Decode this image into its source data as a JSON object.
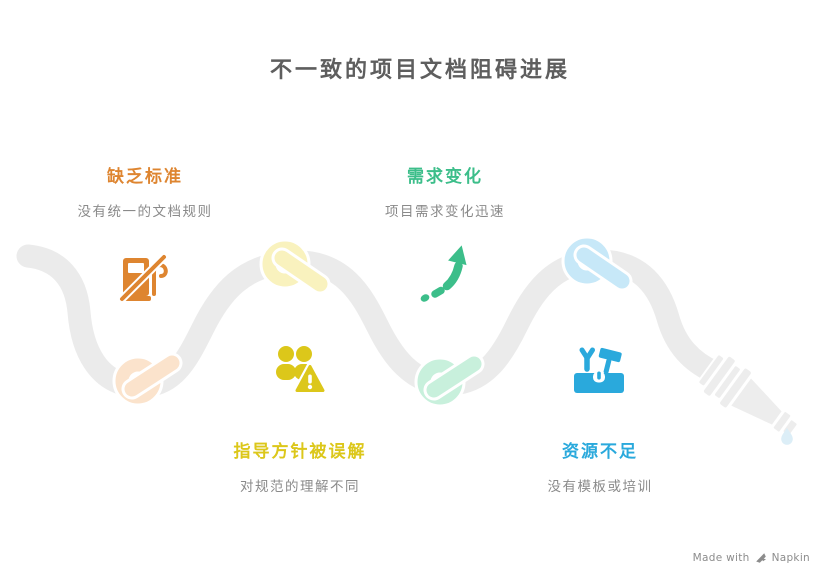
{
  "title": {
    "text": "不一致的项目文档阻碍进展",
    "color": "#5e5e5e"
  },
  "items": [
    {
      "heading": "缺乏标准",
      "subtitle": "没有统一的文档规则",
      "color": "#de8530",
      "knot_color": "#fbe3cc",
      "icon": "fuel-pump-slash-icon"
    },
    {
      "heading": "需求变化",
      "subtitle": "项目需求变化迅速",
      "color": "#3cbe8a",
      "knot_color": "#c8f0dc",
      "icon": "rising-dashed-arrow-icon"
    },
    {
      "heading": "指导方针被误解",
      "subtitle": "对规范的理解不同",
      "color": "#dcc71a",
      "knot_color": "#f9f2be",
      "icon": "people-warning-icon"
    },
    {
      "heading": "资源不足",
      "subtitle": "没有模板或培训",
      "color": "#2aa9dc",
      "knot_color": "#c7e8f8",
      "icon": "toolbox-icon"
    }
  ],
  "hose": {
    "color": "#ebebeb",
    "outline_color": "#ffffff",
    "nozzle_color": "#ededed",
    "droplet_color": "#dceef7"
  },
  "subtitle_color": "#8a8a8a",
  "credit": {
    "text_prefix": "Made with",
    "brand": "Napkin",
    "color": "#8c8c8c"
  }
}
